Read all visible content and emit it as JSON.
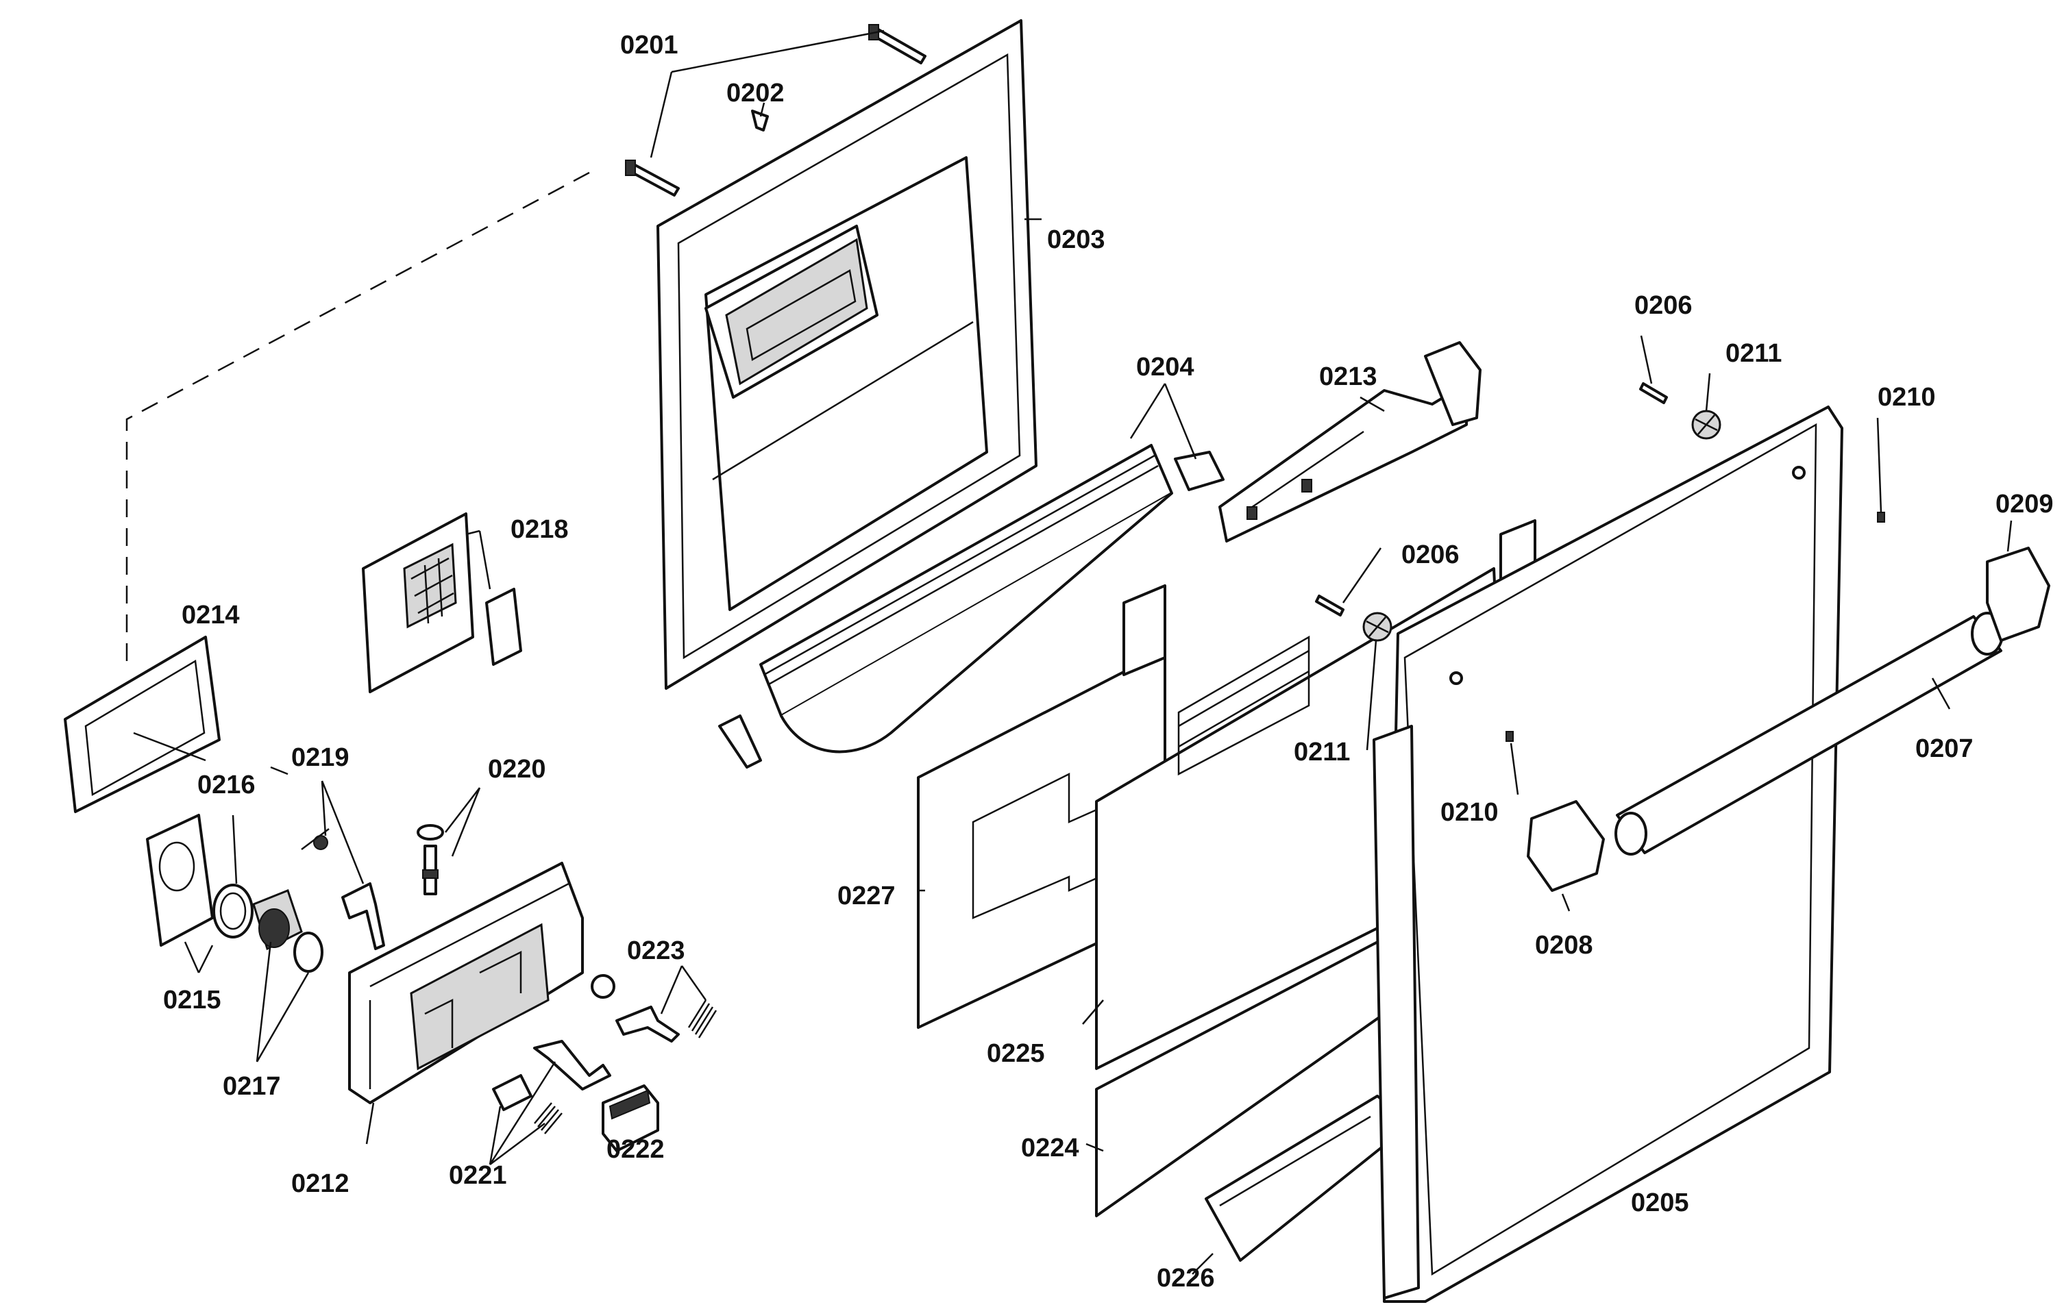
{
  "colors": {
    "line": "#111111",
    "paper": "#ffffff",
    "shade": "#d7d7d7"
  },
  "labels": {
    "l0201": "0201",
    "l0202": "0202",
    "l0203": "0203",
    "l0204": "0204",
    "l0205": "0205",
    "l0206a": "0206",
    "l0206b": "0206",
    "l0207": "0207",
    "l0208": "0208",
    "l0209": "0209",
    "l0210a": "0210",
    "l0210b": "0210",
    "l0211a": "0211",
    "l0211b": "0211",
    "l0212": "0212",
    "l0213": "0213",
    "l0214": "0214",
    "l0215": "0215",
    "l0216": "0216",
    "l0217": "0217",
    "l0218": "0218",
    "l0219": "0219",
    "l0220": "0220",
    "l0221": "0221",
    "l0222": "0222",
    "l0223": "0223",
    "l0224": "0224",
    "l0225": "0225",
    "l0226": "0226",
    "l0227": "0227"
  }
}
